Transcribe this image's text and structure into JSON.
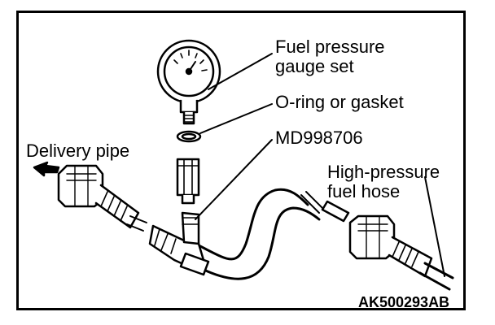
{
  "labels": {
    "gauge_line1": "Fuel pressure",
    "gauge_line2": "gauge set",
    "oring": "O-ring or gasket",
    "adapter": "MD998706",
    "delivery": "Delivery pipe",
    "hose_line1": "High-pressure",
    "hose_line2": "fuel hose"
  },
  "figure_code": "AK500293AB",
  "colors": {
    "line": "#000000",
    "background": "#ffffff"
  }
}
